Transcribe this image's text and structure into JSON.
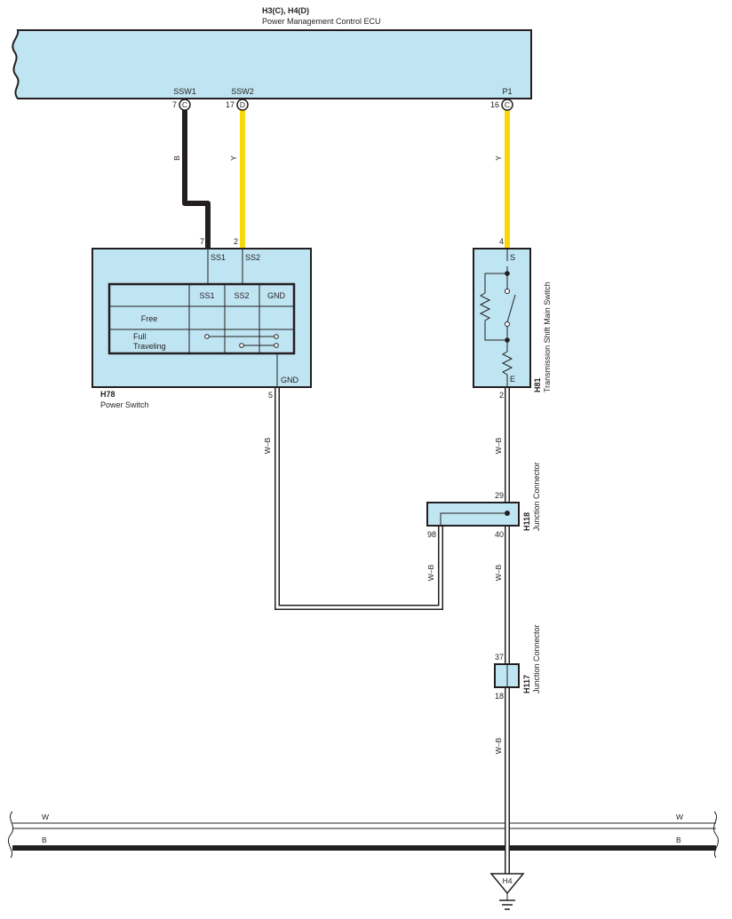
{
  "ecu": {
    "connectors": "H3(C), H4(D)",
    "name": "Power Management Control ECU",
    "pins": [
      {
        "name": "SSW1",
        "num": "7",
        "conn": "C"
      },
      {
        "name": "SSW2",
        "num": "17",
        "conn": "D"
      },
      {
        "name": "P1",
        "num": "16",
        "conn": "C"
      }
    ]
  },
  "power_switch": {
    "code": "H78",
    "name": "Power Switch",
    "terminals": {
      "ss1": "SS1",
      "ss2": "SS2",
      "gnd": "GND"
    },
    "pin_ss1": "7",
    "pin_ss2": "2",
    "pin_gnd": "5",
    "table": {
      "headers": [
        "SS1",
        "SS2",
        "GND"
      ],
      "row1": "Free",
      "row2_line1": "Full",
      "row2_line2": "Traveling"
    }
  },
  "shift_switch": {
    "code": "H81",
    "name": "Transmission Shift Main Switch",
    "term_s": "S",
    "term_e": "E",
    "pin_s": "4",
    "pin_e": "2"
  },
  "jc118": {
    "code": "H118",
    "name": "Junction Connector",
    "pin_a": "29",
    "pin_b": "40",
    "pin_c": "98"
  },
  "jc117": {
    "code": "H117",
    "name": "Junction Connector",
    "pin_a": "37",
    "pin_b": "18"
  },
  "ground": {
    "code": "H4"
  },
  "wires": {
    "b": "B",
    "y": "Y",
    "wb": "W–B",
    "w": "W"
  },
  "colors": {
    "component_fill": "#bfe4f2",
    "wire_yellow": "#f7d908",
    "wire_black": "#231f20",
    "outline": "#231f20"
  }
}
